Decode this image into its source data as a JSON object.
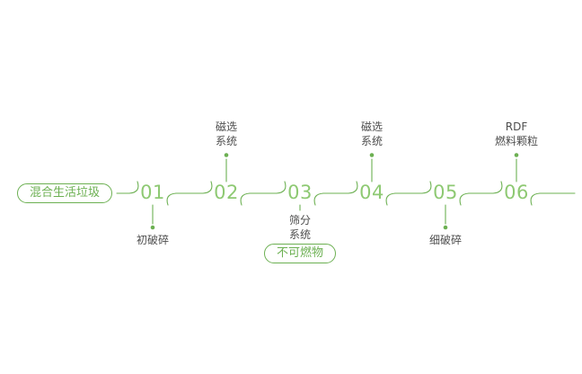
{
  "diagram": {
    "title_hint": "waste-processing-flow",
    "start_label": "混合生活垃圾",
    "nodes": [
      {
        "number": "01",
        "label": "初破碎",
        "label_position": "below"
      },
      {
        "number": "02",
        "label": "磁选\n系统",
        "label_position": "above"
      },
      {
        "number": "03",
        "label": "筛分\n系统",
        "label_position": "below",
        "output": "不可燃物"
      },
      {
        "number": "04",
        "label": "磁选\n系统",
        "label_position": "above"
      },
      {
        "number": "05",
        "label": "细破碎",
        "label_position": "below"
      },
      {
        "number": "06",
        "label": "RDF\n燃料颗粒",
        "label_position": "above"
      }
    ],
    "colors": {
      "accent": "#6cb052",
      "number": "#8ec973",
      "text": "#4d4d4d"
    }
  }
}
